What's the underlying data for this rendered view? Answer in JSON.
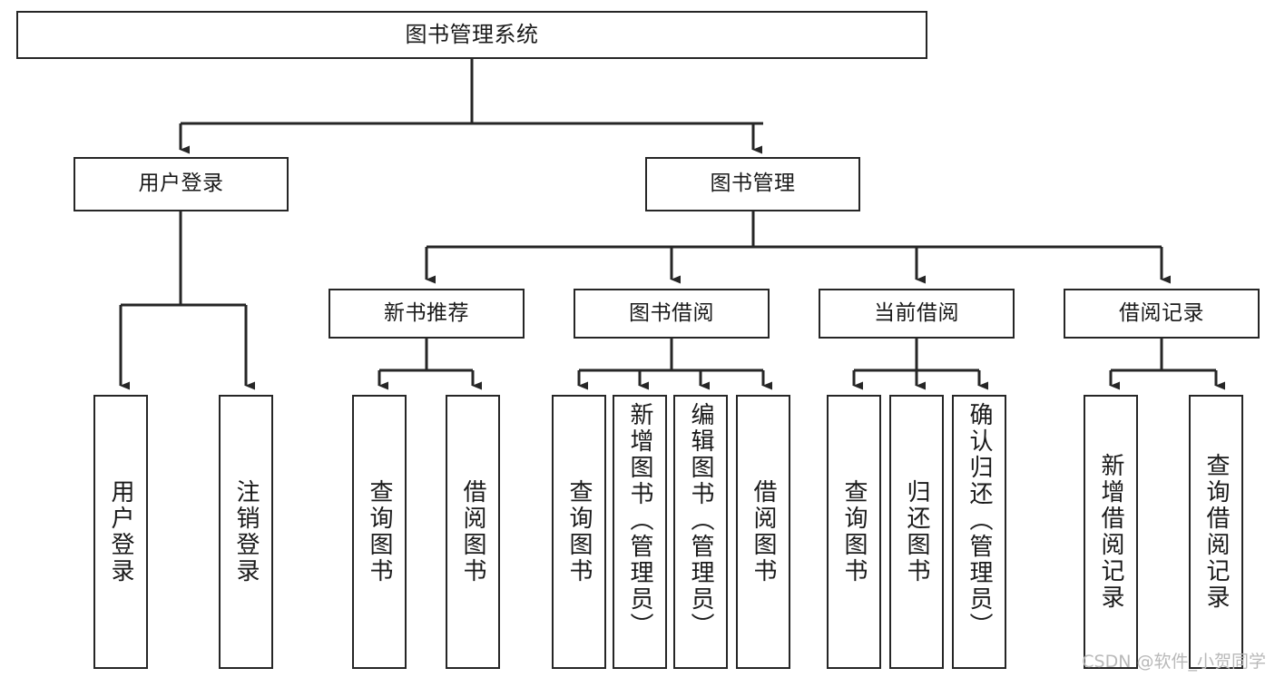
{
  "diagram": {
    "title": "图书管理系统",
    "type": "功能结构图",
    "root": {
      "id": "root",
      "label": "图书管理系统"
    },
    "level2": [
      {
        "id": "user-login",
        "label": "用户登录"
      },
      {
        "id": "book-management",
        "label": "图书管理"
      }
    ],
    "level3": [
      {
        "id": "new-book-recommend",
        "label": "新书推荐",
        "parent": "book-management"
      },
      {
        "id": "book-borrow",
        "label": "图书借阅",
        "parent": "book-management"
      },
      {
        "id": "current-borrow",
        "label": "当前借阅",
        "parent": "book-management"
      },
      {
        "id": "borrow-record",
        "label": "借阅记录",
        "parent": "book-management"
      }
    ],
    "leaves": [
      {
        "id": "leaf-user-login",
        "label": "用户登录",
        "parent": "user-login"
      },
      {
        "id": "leaf-user-logout",
        "label": "注销登录",
        "parent": "user-login"
      },
      {
        "id": "leaf-query-book-1",
        "label": "查询图书",
        "parent": "new-book-recommend"
      },
      {
        "id": "leaf-borrow-book-1",
        "label": "借阅图书",
        "parent": "new-book-recommend"
      },
      {
        "id": "leaf-query-book-2",
        "label": "查询图书",
        "parent": "book-borrow"
      },
      {
        "id": "leaf-add-book",
        "label": "新增图书（管理员）",
        "parent": "book-borrow"
      },
      {
        "id": "leaf-edit-book",
        "label": "编辑图书（管理员）",
        "parent": "book-borrow"
      },
      {
        "id": "leaf-borrow-book-2",
        "label": "借阅图书",
        "parent": "book-borrow"
      },
      {
        "id": "leaf-query-book-3",
        "label": "查询图书",
        "parent": "current-borrow"
      },
      {
        "id": "leaf-return-book",
        "label": "归还图书",
        "parent": "current-borrow"
      },
      {
        "id": "leaf-confirm-return",
        "label": "确认归还（管理员）",
        "parent": "current-borrow"
      },
      {
        "id": "leaf-add-record",
        "label": "新增借阅记录",
        "parent": "borrow-record"
      },
      {
        "id": "leaf-query-record",
        "label": "查询借阅记录",
        "parent": "borrow-record"
      }
    ]
  },
  "watermark": {
    "text": "CSDN @软件_小贺同学"
  },
  "colors": {
    "stroke": "#262626",
    "box_fill": "#ffffff",
    "text": "#1a1a1a",
    "watermark": "#b9b9b9",
    "background": "#ffffff"
  }
}
